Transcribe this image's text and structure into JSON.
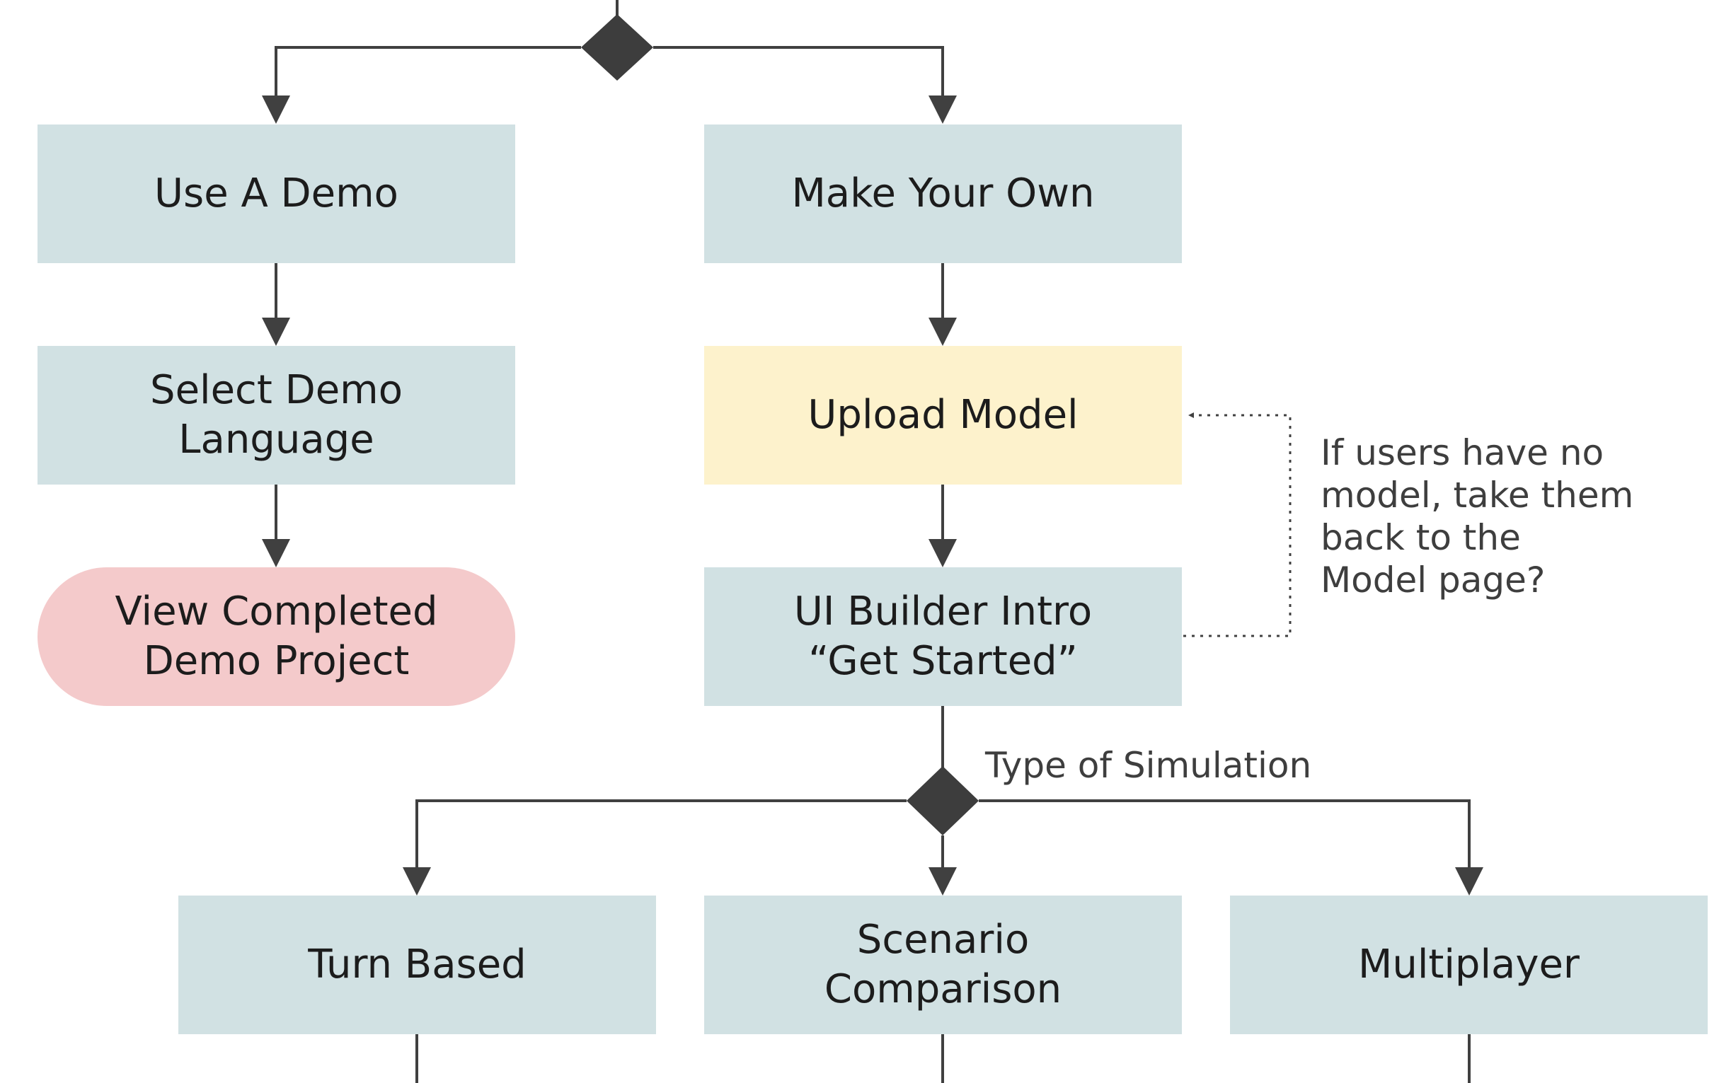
{
  "diagram": {
    "nodes": {
      "use_demo": "Use A Demo",
      "make_own": "Make Your Own",
      "select_language": "Select Demo\nLanguage",
      "upload_model": "Upload Model",
      "view_completed": "View Completed\nDemo Project",
      "ui_builder": "UI Builder Intro\n“Get Started”",
      "turn_based": "Turn Based",
      "scenario": "Scenario\nComparison",
      "multiplayer": "Multiplayer"
    },
    "annotations": {
      "no_model_note": "If users have no\nmodel, take them\nback to the\nModel page?",
      "simulation_type": "Type of Simulation"
    },
    "colors": {
      "process": "#d1e1e3",
      "upload": "#fdf2cc",
      "terminal": "#f4cacb",
      "connector": "#404040",
      "decision": "#3d3d3d"
    }
  }
}
